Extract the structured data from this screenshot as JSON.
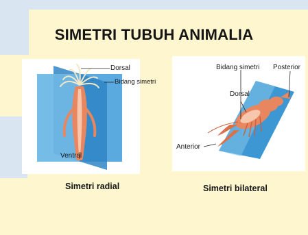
{
  "title": "SIMETRI TUBUH ANIMALIA",
  "radial": {
    "labels": {
      "dorsal": "Dorsal",
      "plane": "Bidang simetri",
      "ventral": "Ventral"
    },
    "caption": "Simetri radial"
  },
  "bilateral": {
    "labels": {
      "plane": "Bidang simetri",
      "posterior": "Posterior",
      "dorsal": "Dorsal",
      "anterior": "Anterior"
    },
    "caption": "Simetri bilateral"
  },
  "colors": {
    "plane_blue": "#3d97d3",
    "plane_blue_light": "#7fc3ea",
    "animal_orange": "#e88660",
    "animal_light": "#f6c7ad",
    "slide_bg": "#fdf6cf"
  }
}
